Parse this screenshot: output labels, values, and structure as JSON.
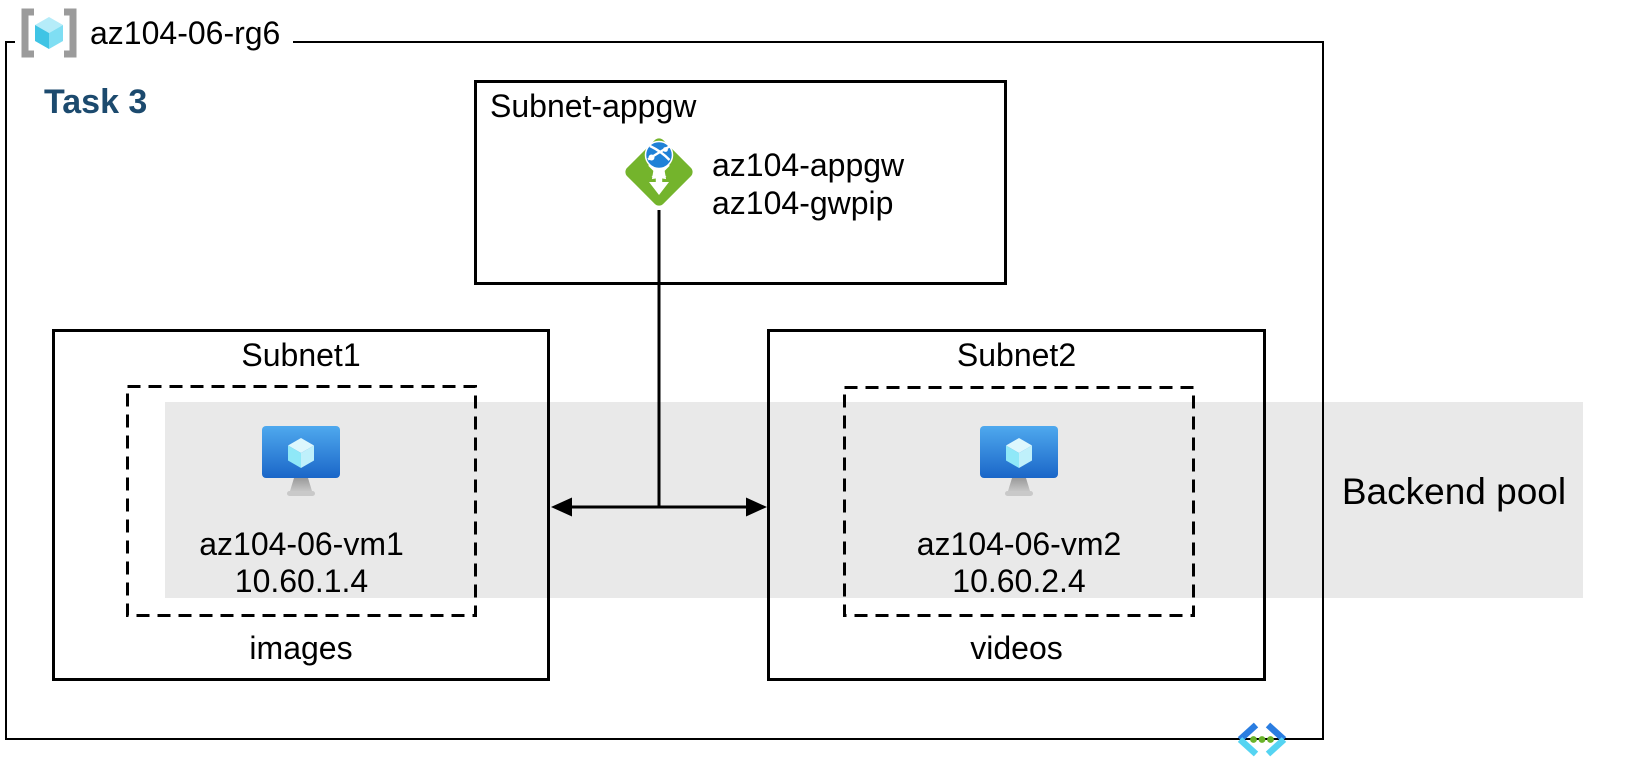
{
  "resource_group": {
    "name": "az104-06-rg6"
  },
  "task": {
    "label": "Task 3"
  },
  "appgw_subnet": {
    "label": "Subnet-appgw",
    "gateway_name": "az104-appgw",
    "public_ip_name": "az104-gwpip"
  },
  "subnet1": {
    "label": "Subnet1",
    "vm": {
      "name": "az104-06-vm1",
      "ip": "10.60.1.4"
    },
    "caption": "images"
  },
  "subnet2": {
    "label": "Subnet2",
    "vm": {
      "name": "az104-06-vm2",
      "ip": "10.60.2.4"
    },
    "caption": "videos"
  },
  "backend_pool": {
    "label": "Backend pool"
  },
  "icons": {
    "resource_group": "resource-group-brackets-cube",
    "application_gateway": "app-gateway-green-diamond",
    "virtual_machine": "vm-monitor-cube",
    "virtual_network": "vnet-angle-brackets-dots"
  },
  "colors": {
    "task_text": "#1c4a6e",
    "backend_band": "#e9e9e9",
    "line_black": "#000000",
    "appgw_green": "#74b42c",
    "globe_blue": "#1f81d7",
    "vm_blue_top": "#4fa9ee",
    "vm_blue_bottom": "#1a66c8",
    "cube_cyan": "#3fc4e5",
    "rg_bracket_gray": "#9b9b9b",
    "vnet_blue": "#2a7de1",
    "vnet_cyan": "#55d4f2",
    "vnet_dot_green": "#6ab32a"
  }
}
